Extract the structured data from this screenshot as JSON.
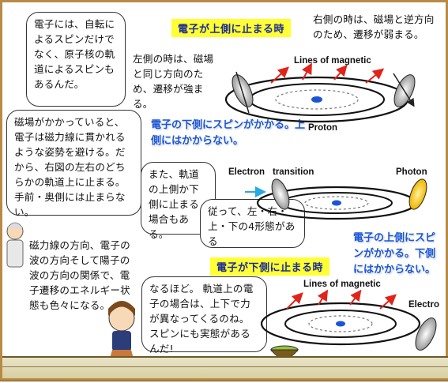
{
  "bubbles": {
    "nuclear_spin": "電子には、自転によるスピンだけでなく、原子核の軌道によるスピンもあるんだ。",
    "magnetic_field": "磁場がかかっていると、電子は磁力線に貫かれるような姿勢を避ける。だから、右図の左右のどちらかの軌道上に止まる。手前・奥側には止まらない。",
    "upper_lower": "また、軌道の上側か下側に止まる場合もある。",
    "four_forms": "従って、左・右・上・下の4形態がある",
    "girl_reply": "なるほど。 軌道上の電子の場合は、上下で力が異なってくるのね。スピンにも実態があるんだ!"
  },
  "texts": {
    "left_side": "左側の時は、磁場と同じ方向のため、遷移が強まる。",
    "right_side": "右側の時は、磁場と逆方向のため、遷移が弱まる。",
    "field_direction": "磁力線の方向、電子の波の方向そして陽子の波の方向の関係で、電子遷移のエネルギー状態も色々になる。"
  },
  "titles": {
    "upper_stop": "電子が上側に止まる時",
    "lower_stop": "電子が下側に止まる時"
  },
  "blue_notes": {
    "spin_lower": "電子の下側にスピンがかかる。上側にはかからない。",
    "spin_upper": "電子の上側にスピンがかかる。下側にはかからない。"
  },
  "diagram_labels": {
    "lines_of_magnetic_1": "Lines of magnetic",
    "proton": "Proton",
    "electron": "Electron",
    "transition": "transition",
    "photon": "Photon",
    "lines_of_magnetic_2": "Lines of magnetic",
    "electro": "Electro"
  },
  "colors": {
    "title_bg": "#ffff33",
    "title_text": "#1a2b9a",
    "note_blue": "#1b55d6",
    "arrow_red": "#e0241b",
    "arrow_cyan": "#27a9e1",
    "frame": "#b98a45"
  }
}
